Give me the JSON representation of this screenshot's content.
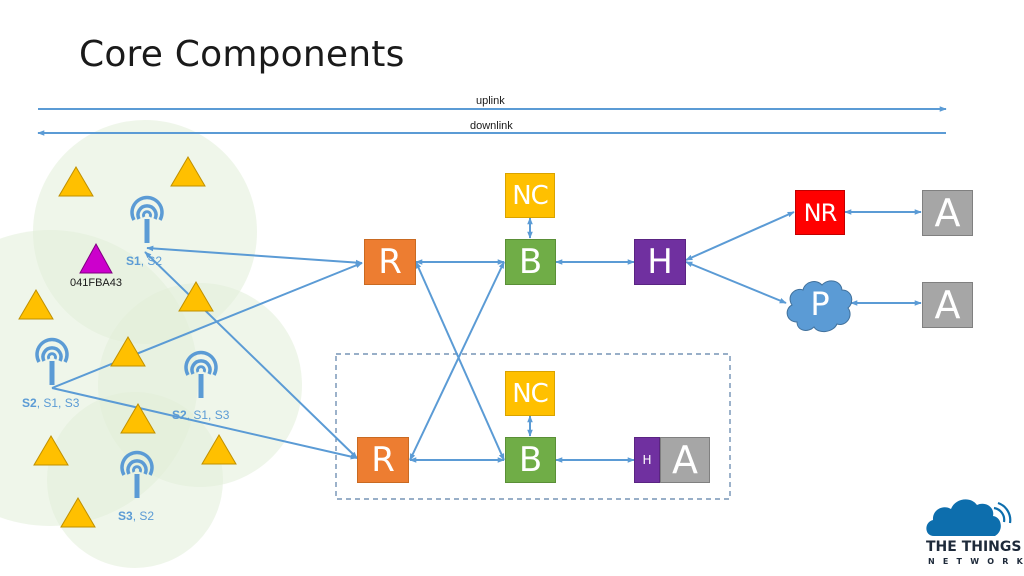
{
  "title": "Core Components",
  "links": {
    "uplink": "uplink",
    "downlink": "downlink"
  },
  "devices": {
    "highlighted_id": "041FBA43"
  },
  "gateways": [
    {
      "primary": "S1",
      "others": ", S2"
    },
    {
      "primary": "S2",
      "others": ", S1,  S3"
    },
    {
      "primary": "S2",
      "others": ", S1,  S3"
    },
    {
      "primary": "S3",
      "others": ", S2"
    }
  ],
  "components": {
    "router": "R",
    "broker": "B",
    "network_controller": "NC",
    "handler": "H",
    "network_registry": "NR",
    "app": "A",
    "private_handler": "P"
  },
  "logo": {
    "line1": "THE THINGS",
    "line2": "NETWORK"
  },
  "colors": {
    "router": "#ed7d31",
    "broker": "#70ad47",
    "network_controller": "#ffc000",
    "handler": "#7030a0",
    "network_registry": "#ff0000",
    "app": "#a6a6a6",
    "cloud": "#5b9bd5",
    "device": "#ffc000",
    "highlighted_device": "#cc00cc",
    "coverage": "#e2efd9",
    "link": "#5b9bd5"
  },
  "icons": [
    "gateway-icon",
    "device-triangle-icon",
    "cloud-icon",
    "ttn-logo-icon"
  ]
}
